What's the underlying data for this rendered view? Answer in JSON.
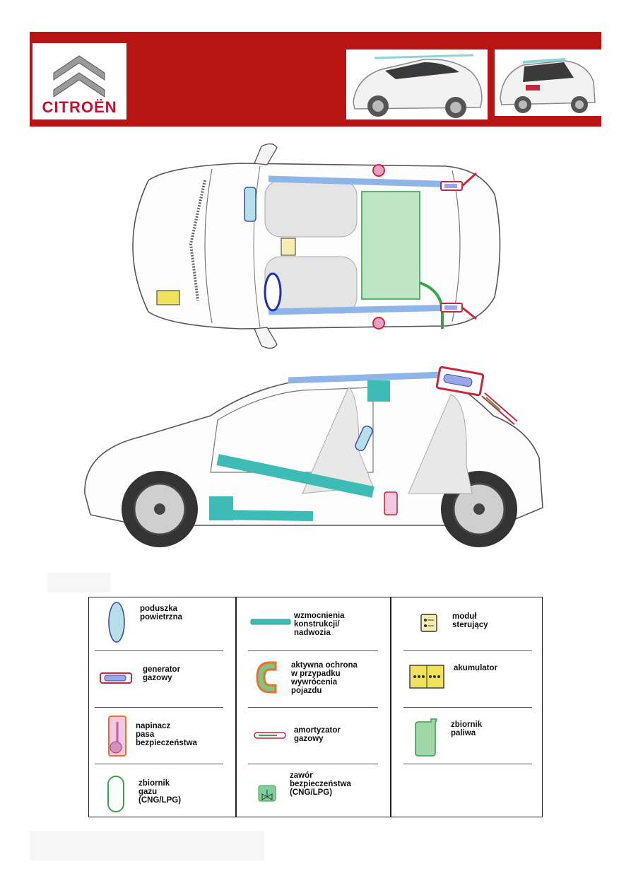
{
  "brand": {
    "name": "CITROËN",
    "colors": {
      "header": "#b81414",
      "logo_red": "#c4122e"
    }
  },
  "legend": [
    {
      "id": "airbag",
      "icon": "airbag-icon",
      "lines": [
        "poduszka",
        "powietrzna"
      ]
    },
    {
      "id": "reinforcement",
      "icon": "body-reinforcement-icon",
      "lines": [
        "wzmocnienia",
        "konstrukcji/",
        "nadwozia"
      ]
    },
    {
      "id": "control-module",
      "icon": "control-module-icon",
      "lines": [
        "moduł",
        "sterujący"
      ]
    },
    {
      "id": "gas-generator",
      "icon": "gas-generator-icon",
      "lines": [
        "generator",
        "gazowy"
      ]
    },
    {
      "id": "rollover",
      "icon": "rollover-protection-icon",
      "lines": [
        "aktywna ochrona",
        "w przypadku",
        "wywrócenia",
        "pojazdu"
      ]
    },
    {
      "id": "battery",
      "icon": "battery-icon",
      "lines": [
        "akumulator"
      ]
    },
    {
      "id": "pretensioner",
      "icon": "seatbelt-pretensioner-icon",
      "lines": [
        "napinacz",
        "pasa",
        "bezpieczeństwa"
      ]
    },
    {
      "id": "gas-strut",
      "icon": "gas-strut-icon",
      "lines": [
        "amortyzator",
        "gazowy"
      ]
    },
    {
      "id": "fuel-tank",
      "icon": "fuel-tank-icon",
      "lines": [
        "zbiornik",
        "paliwa"
      ]
    },
    {
      "id": "gas-tank",
      "icon": "gas-tank-icon",
      "lines": [
        "zbiornik",
        "gazu",
        "(CNG/LPG)"
      ]
    },
    {
      "id": "safety-valve",
      "icon": "safety-valve-icon",
      "lines": [
        "zawór",
        "bezpieczeństwa",
        "(CNG/LPG)"
      ]
    }
  ],
  "colors": {
    "airbag_fill": "#b7dfea",
    "airbag_stroke": "#3b4fa8",
    "reinforcement": "#3cbcb4",
    "generator_stroke": "#c8283c",
    "generator_inner": "#9aa6e8",
    "pretensioner_fill": "#f3c7e1",
    "pretensioner_stroke": "#c8283c",
    "rollover_fill": "#7fc47f",
    "rollover_stroke": "#e8742c",
    "fuel_fill": "#9fd7a8",
    "fuel_stroke": "#3aa34c",
    "battery_fill": "#f0e25a",
    "module_fill": "#f5eeb0",
    "valve_fill": "#7fcf9a"
  }
}
